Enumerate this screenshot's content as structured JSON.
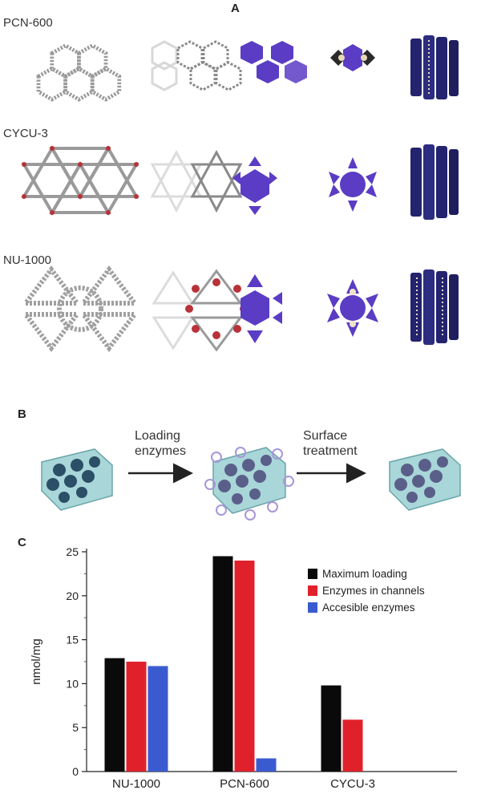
{
  "panels": {
    "a": {
      "letter": "A",
      "rows": [
        "PCN-600",
        "CYCU-3",
        "NU-1000"
      ]
    },
    "b": {
      "letter": "B",
      "step1": [
        "Loading",
        "enzymes"
      ],
      "step2": [
        "Surface",
        "treatment"
      ]
    },
    "c": {
      "letter": "C"
    }
  },
  "colors": {
    "enzyme_purple": "#5b3cc4",
    "tube_navy": "#23236e",
    "node_red": "#b8323a",
    "black_bar": "#0a0a0a",
    "red_bar": "#e0212b",
    "blue_bar": "#3a5bd0"
  },
  "chart_data": {
    "type": "bar",
    "categories": [
      "NU-1000",
      "PCN-600",
      "CYCU-3"
    ],
    "series": [
      {
        "name": "Maximum loading",
        "values": [
          12.9,
          24.5,
          9.8
        ],
        "color": "#0a0a0a"
      },
      {
        "name": "Enzymes in channels",
        "values": [
          12.5,
          24.0,
          5.9
        ],
        "color": "#e0212b"
      },
      {
        "name": "Accesible enzymes",
        "values": [
          12.0,
          1.5,
          null
        ],
        "color": "#3a5bd0"
      }
    ],
    "ylabel": "nmol/mg",
    "xlabel": "",
    "ylim": [
      0,
      25
    ],
    "yticks": [
      0,
      5,
      10,
      15,
      20,
      25
    ],
    "legend": "top-right",
    "grid": false
  }
}
